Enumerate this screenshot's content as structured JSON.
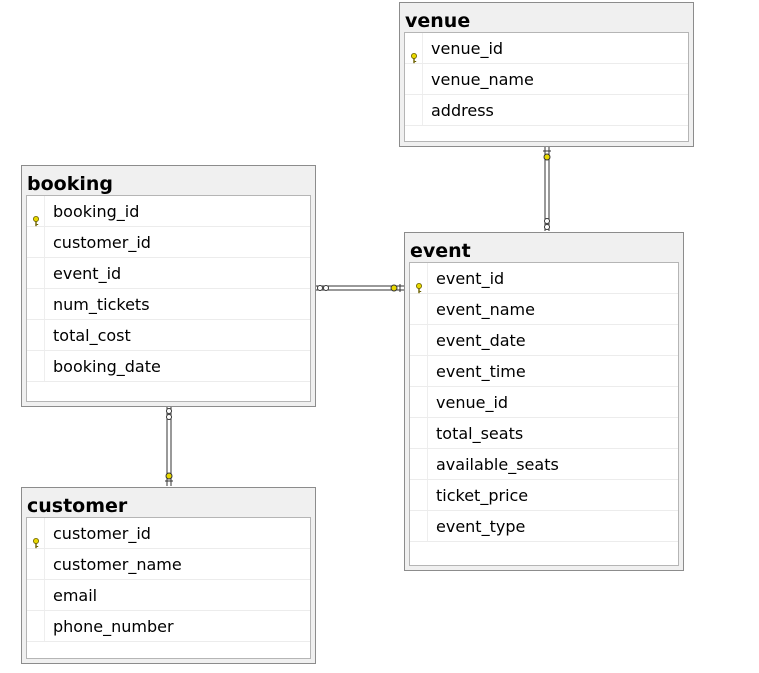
{
  "tables": {
    "venue": {
      "title": "venue",
      "columns": [
        "venue_id",
        "venue_name",
        "address"
      ],
      "primary_key": "venue_id"
    },
    "booking": {
      "title": "booking",
      "columns": [
        "booking_id",
        "customer_id",
        "event_id",
        "num_tickets",
        "total_cost",
        "booking_date"
      ],
      "primary_key": "booking_id"
    },
    "event": {
      "title": "event",
      "columns": [
        "event_id",
        "event_name",
        "event_date",
        "event_time",
        "venue_id",
        "total_seats",
        "available_seats",
        "ticket_price",
        "event_type"
      ],
      "primary_key": "event_id"
    },
    "customer": {
      "title": "customer",
      "columns": [
        "customer_id",
        "customer_name",
        "email",
        "phone_number"
      ],
      "primary_key": "customer_id"
    }
  },
  "relationships": [
    {
      "from": "event",
      "to": "venue",
      "type": "many-to-one"
    },
    {
      "from": "booking",
      "to": "event",
      "type": "many-to-one"
    },
    {
      "from": "booking",
      "to": "customer",
      "type": "many-to-one"
    }
  ],
  "colors": {
    "key_icon": "#e8d800",
    "border": "#8c8c8c",
    "header_bg": "#f0f0f0"
  },
  "icons": {
    "primary_key": "key-icon"
  }
}
